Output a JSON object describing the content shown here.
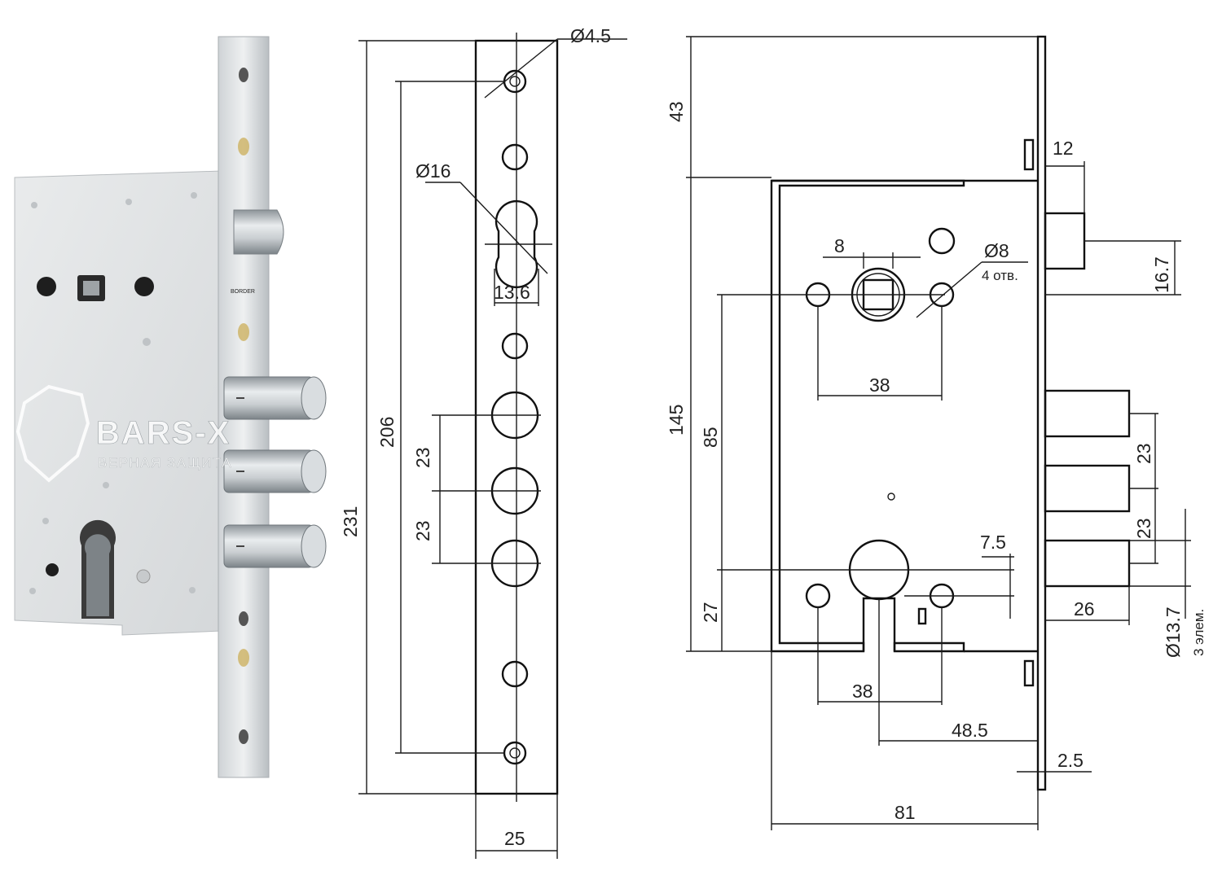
{
  "photo": {
    "brand_stamp": "BORDER",
    "watermark_title": "BARS-X",
    "watermark_subtitle": "ВЕРНАЯ ЗАЩИТА"
  },
  "faceplate_view": {
    "hole_small_top": "Ø4.5",
    "hole_spindle": "Ø16",
    "spindle_width": "13.6",
    "total_height": "231",
    "screw_spacing": "206",
    "bolt_spacing_1": "23",
    "bolt_spacing_2": "23",
    "plate_width": "25"
  },
  "side_view": {
    "top_offset": "43",
    "case_height": "145",
    "spindle_to_cylinder": "85",
    "cylinder_to_bottom": "27",
    "square_size": "8",
    "mount_hole": "Ø8",
    "mount_hole_count": "4 отв.",
    "mount_spacing_top": "38",
    "mount_spacing_bottom": "38",
    "latch_depth": "12",
    "latch_height": "16.7",
    "bolt_spacing_1": "23",
    "bolt_spacing_2": "23",
    "bolt_projection": "26",
    "bolt_diameter": "Ø13.7",
    "bolt_count": "3 элем.",
    "cylinder_offset": "7.5",
    "backset": "48.5",
    "plate_thickness": "2.5",
    "case_depth": "81"
  }
}
